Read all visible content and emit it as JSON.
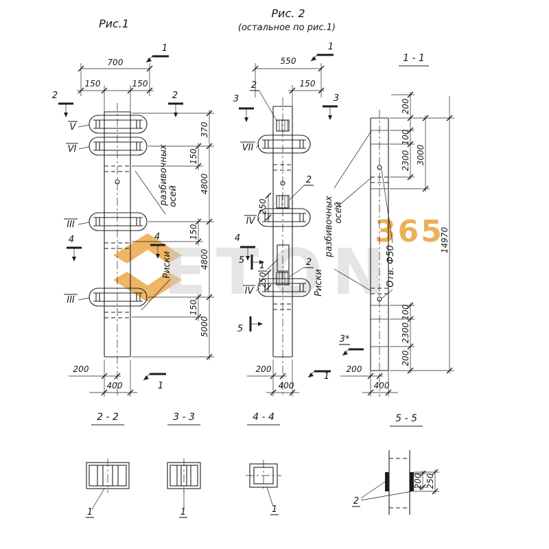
{
  "titles": {
    "fig1": "Рис.1",
    "fig2": "Рис. 2",
    "fig2_note": "(остальное по рис.1)",
    "s11": "1 - 1",
    "s22": "2 - 2",
    "s33": "3 - 3",
    "s44": "4 - 4",
    "s55": "5 - 5"
  },
  "fig1": {
    "dim_700": "700",
    "dim_150_left": "150",
    "dim_150_right": "150",
    "dim_370": "370",
    "dim_150_a": "150",
    "dim_4800_a": "4800",
    "dim_150_b": "150",
    "dim_4800_b": "4800",
    "dim_150_c": "150",
    "dim_5000": "5000",
    "dim_200": "200",
    "dim_400": "400",
    "mark_v": "V",
    "mark_vi": "VI",
    "mark_iii_a": "III",
    "mark_iii_b": "III",
    "cut_top": "1",
    "cut_bottom": "1",
    "cut_2_left": "2",
    "cut_2_right": "2",
    "cut_4_left": "4",
    "cut_4_right": "4",
    "note_razb": "разбивочных",
    "note_osey": "осей",
    "note_riski": "Риски"
  },
  "fig2": {
    "dim_550": "550",
    "dim_150": "150",
    "dim_250_a": "250",
    "dim_250_b": "250",
    "dim_200": "200",
    "dim_400": "400",
    "mark_vii": "VII",
    "mark_iv_a": "IV",
    "mark_iv_b": "IV",
    "cut_top": "1",
    "cut_bottom": "1",
    "cut_3_left": "3",
    "cut_3_right": "3",
    "cut_4": "4",
    "cut_5_a": "5",
    "cut_5_b": "5",
    "detail_2_top": "2",
    "detail_2_mid": "2",
    "detail_2_low": "2",
    "item_1": "1"
  },
  "fig3": {
    "dim_200_top": "200",
    "dim_100_top": "100",
    "dim_2300_top": "2300",
    "dim_3000": "3000",
    "dim_14970": "14970",
    "dim_100_bot": "100",
    "dim_2300_bot": "2300",
    "dim_200_bot": "200",
    "dim_200": "200",
    "dim_400": "400",
    "note_hole": "Отв. Ф50",
    "note_riski": "Риски",
    "note_razb": "разбивочных",
    "note_osey": "осей",
    "cut_3_star": "3*"
  },
  "sections": {
    "s22_item": "1",
    "s33_item": "1",
    "s44_item": "1",
    "s55_item": "2",
    "s55_dim_200": "200",
    "s55_dim_250": "250"
  },
  "watermark": {
    "letters": "ETON",
    "number": "365"
  }
}
